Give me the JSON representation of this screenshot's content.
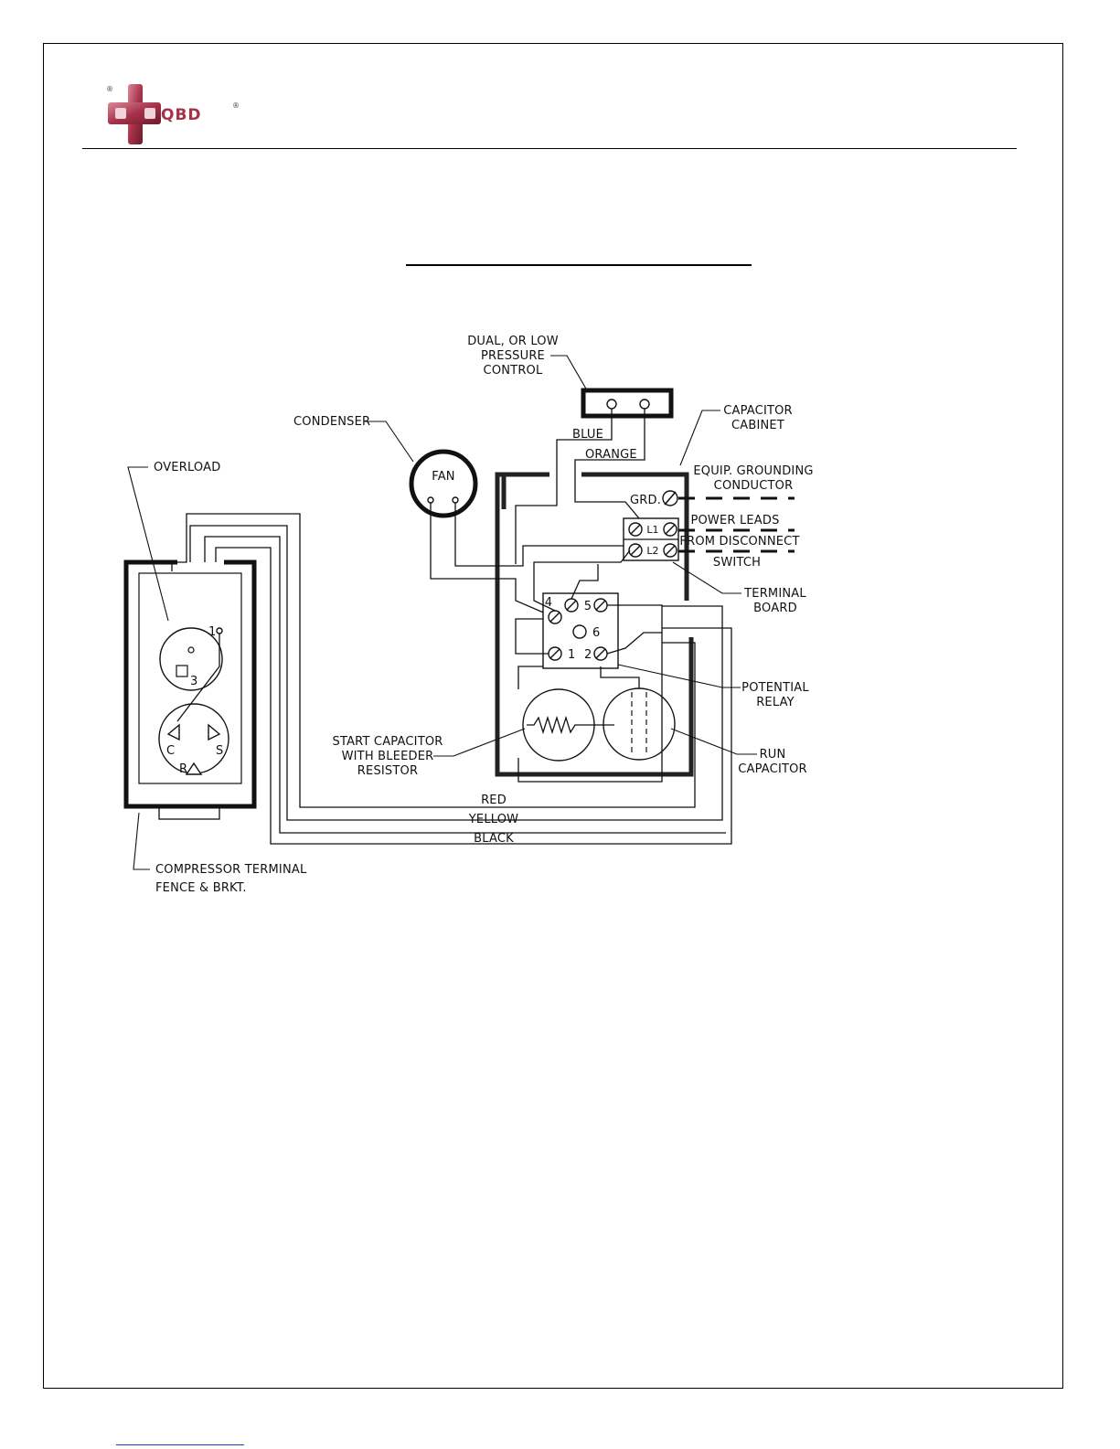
{
  "header": {
    "logo_text": "QBD",
    "logo_color": "#a8324a"
  },
  "diagram": {
    "labels": {
      "pressure_control": [
        "DUAL, OR LOW",
        "PRESSURE",
        "CONTROL"
      ],
      "capacitor_cabinet": [
        "CAPACITOR",
        "CABINET"
      ],
      "condenser": "CONDENSER",
      "fan": "FAN",
      "overload": "OVERLOAD",
      "blue": "BLUE",
      "orange": "ORANGE",
      "equip_grounding": [
        "EQUIP. GROUNDING",
        "CONDUCTOR"
      ],
      "grd": "GRD.",
      "power_leads": [
        "POWER LEADS",
        "FROM DISCONNECT",
        "SWITCH"
      ],
      "l1": "L1",
      "l2": "L2",
      "terminal_board": [
        "TERMINAL",
        "BOARD"
      ],
      "potential_relay": [
        "POTENTIAL",
        "RELAY"
      ],
      "start_capacitor": [
        "START CAPACITOR",
        "WITH BLEEDER",
        "RESISTOR"
      ],
      "run_capacitor": [
        "RUN",
        "CAPACITOR"
      ],
      "red": "RED",
      "yellow": "YELLOW",
      "black": "BLACK",
      "compressor_terminal": [
        "COMPRESSOR TERMINAL",
        "FENCE & BRKT."
      ],
      "relay_terminals": [
        "4",
        "5",
        "6",
        "1",
        "2"
      ],
      "compressor_terminals": [
        "C",
        "S",
        "R"
      ],
      "overload_terminals": [
        "1",
        "3"
      ]
    }
  }
}
